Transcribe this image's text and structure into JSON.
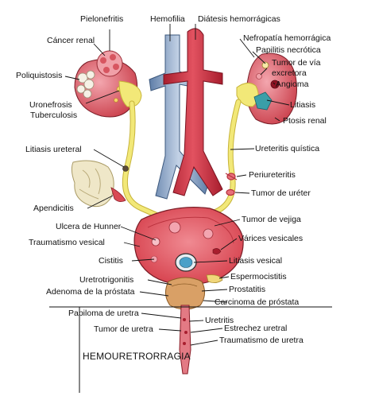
{
  "title": "HEMOURETRORRAGIA",
  "labels": {
    "pielonefritis": "Pielonefritis",
    "hemofilia": "Hemofilia",
    "diatesis": "Diátesis hemorrágicas",
    "cancer_renal": "Cáncer renal",
    "nefropatia": "Nefropatía hemorrágica",
    "papilitis": "Papilitis necrótica",
    "tumor_via_1": "Tumor de vía",
    "tumor_via_2": "excretora",
    "poliquistosis": "Poliquistosis",
    "angioma": "Angioma",
    "litiasis": "Litiasis",
    "uronefrosis": "Uronefrosis",
    "tuberculosis": "Tuberculosis",
    "ptosis": "Ptosis renal",
    "litiasis_ureteral": "Litiasis ureteral",
    "ureteritis": "Ureteritis quística",
    "periureteritis": "Periureteritis",
    "tumor_ureter": "Tumor de uréter",
    "apendicitis": "Apendicitis",
    "tumor_vejiga": "Tumor de vejiga",
    "ulcera": "Ulcera de Hunner",
    "varices": "Várices vesicales",
    "traumatismo_vesical": "Traumatismo vesical",
    "cistitis": "Cistitis",
    "litiasis_vesical": "Litiasis vesical",
    "espermocistitis": "Espermocistitis",
    "uretrotrigonitis": "Uretrotrigonitis",
    "prostatitis": "Prostatitis",
    "adenoma": "Adenoma de la próstata",
    "carcinoma": "Carcinoma de próstata",
    "papiloma": "Papiloma de uretra",
    "uretritis": "Uretritis",
    "tumor_uretra": "Tumor de uretra",
    "estrechez": "Estrechez uretral",
    "traumatismo_uretra": "Traumatismo de uretra"
  },
  "colors": {
    "kidney": "#d14a55",
    "kidney_light": "#f3a6ae",
    "ureter": "#f2e878",
    "ureter_edge": "#c7b43a",
    "bladder": "#e65a66",
    "artery": "#d43a4a",
    "vein": "#8aa4c6",
    "tumor": "#f3a5b0",
    "stone": "#4aa0c8"
  }
}
